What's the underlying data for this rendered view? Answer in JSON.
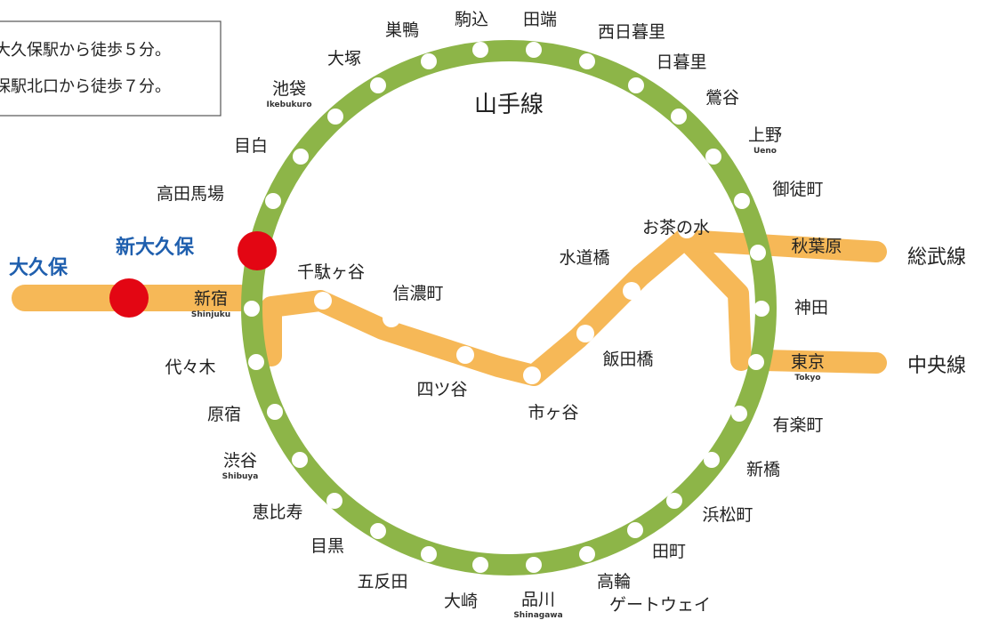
{
  "notice": {
    "line1": "大久保駅から徒歩５分。",
    "line2": "保駅北口から徒歩７分。"
  },
  "yamanote": {
    "name": "山手線",
    "color": "#8db548",
    "stations": [
      {
        "name": "駒込",
        "sub": ""
      },
      {
        "name": "田端",
        "sub": ""
      },
      {
        "name": "西日暮里",
        "sub": ""
      },
      {
        "name": "日暮里",
        "sub": ""
      },
      {
        "name": "鶯谷",
        "sub": ""
      },
      {
        "name": "上野",
        "sub": "Ueno"
      },
      {
        "name": "御徒町",
        "sub": ""
      },
      {
        "name": "秋葉原",
        "sub": ""
      },
      {
        "name": "神田",
        "sub": ""
      },
      {
        "name": "東京",
        "sub": "Tokyo"
      },
      {
        "name": "有楽町",
        "sub": ""
      },
      {
        "name": "新橋",
        "sub": ""
      },
      {
        "name": "浜松町",
        "sub": ""
      },
      {
        "name": "田町",
        "sub": ""
      },
      {
        "name": "高輪ゲートウェイ",
        "sub": ""
      },
      {
        "name": "品川",
        "sub": "Shinagawa"
      },
      {
        "name": "大崎",
        "sub": ""
      },
      {
        "name": "五反田",
        "sub": ""
      },
      {
        "name": "目黒",
        "sub": ""
      },
      {
        "name": "恵比寿",
        "sub": ""
      },
      {
        "name": "渋谷",
        "sub": "Shibuya"
      },
      {
        "name": "原宿",
        "sub": ""
      },
      {
        "name": "代々木",
        "sub": ""
      },
      {
        "name": "新宿",
        "sub": "Shinjuku"
      },
      {
        "name": "新大久保",
        "sub": ""
      },
      {
        "name": "高田馬場",
        "sub": ""
      },
      {
        "name": "目白",
        "sub": ""
      },
      {
        "name": "池袋",
        "sub": "Ikebukuro"
      },
      {
        "name": "大塚",
        "sub": ""
      },
      {
        "name": "巣鴨",
        "sub": ""
      }
    ]
  },
  "chuo_sobu": {
    "color": "#f6b857",
    "stations": [
      "千駄ヶ谷",
      "信濃町",
      "四ツ谷",
      "市ヶ谷",
      "飯田橋",
      "水道橋",
      "お茶の水"
    ],
    "sobu_label": "総武線",
    "chuo_label": "中央線"
  },
  "highlights": {
    "color": "#e30613",
    "label_color": "#1f5fae",
    "shin_okubo": "新大久保",
    "okubo": "大久保"
  }
}
